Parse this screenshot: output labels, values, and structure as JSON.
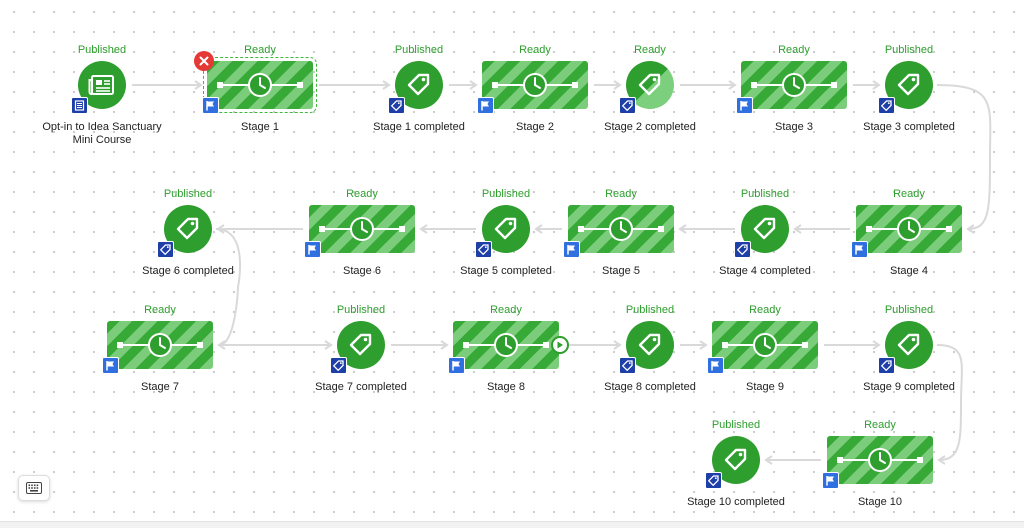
{
  "nodes": [
    {
      "kind": "trigger",
      "status": "Published",
      "label": "Opt-in to Idea Sanctuary\nMini Course",
      "icon": "newspaper-icon"
    },
    {
      "kind": "stage",
      "status": "Ready",
      "label": "Stage 1",
      "icon": "clock-icon",
      "selected": true,
      "removable": true
    },
    {
      "kind": "tag",
      "status": "Published",
      "label": "Stage 1 completed",
      "icon": "tag-icon"
    },
    {
      "kind": "stage",
      "status": "Ready",
      "label": "Stage 2",
      "icon": "clock-icon"
    },
    {
      "kind": "tag",
      "status": "Ready",
      "label": "Stage 2 completed",
      "icon": "tag-icon",
      "half": true
    },
    {
      "kind": "stage",
      "status": "Ready",
      "label": "Stage 3",
      "icon": "clock-icon"
    },
    {
      "kind": "tag",
      "status": "Published",
      "label": "Stage 3 completed",
      "icon": "tag-icon"
    },
    {
      "kind": "stage",
      "status": "Ready",
      "label": "Stage 4",
      "icon": "clock-icon"
    },
    {
      "kind": "tag",
      "status": "Published",
      "label": "Stage 4 completed",
      "icon": "tag-icon"
    },
    {
      "kind": "stage",
      "status": "Ready",
      "label": "Stage 5",
      "icon": "clock-icon"
    },
    {
      "kind": "tag",
      "status": "Published",
      "label": "Stage 5 completed",
      "icon": "tag-icon"
    },
    {
      "kind": "stage",
      "status": "Ready",
      "label": "Stage 6",
      "icon": "clock-icon"
    },
    {
      "kind": "tag",
      "status": "Published",
      "label": "Stage 6 completed",
      "icon": "tag-icon"
    },
    {
      "kind": "stage",
      "status": "Ready",
      "label": "Stage 7",
      "icon": "clock-icon"
    },
    {
      "kind": "tag",
      "status": "Published",
      "label": "Stage 7 completed",
      "icon": "tag-icon"
    },
    {
      "kind": "stage",
      "status": "Ready",
      "label": "Stage 8",
      "icon": "clock-icon",
      "play": true
    },
    {
      "kind": "tag",
      "status": "Published",
      "label": "Stage 8 completed",
      "icon": "tag-icon"
    },
    {
      "kind": "stage",
      "status": "Ready",
      "label": "Stage 9",
      "icon": "clock-icon"
    },
    {
      "kind": "tag",
      "status": "Published",
      "label": "Stage 9 completed",
      "icon": "tag-icon"
    },
    {
      "kind": "stage",
      "status": "Ready",
      "label": "Stage 10",
      "icon": "clock-icon"
    },
    {
      "kind": "tag",
      "status": "Published",
      "label": "Stage 10 completed",
      "icon": "tag-icon"
    }
  ],
  "colors": {
    "status_green": "#2e9e2e",
    "node_green": "#2e9e2e",
    "badge_blue": "#2f6fe0",
    "delete_red": "#e53935",
    "connector": "#d9d9d9"
  },
  "toolbar": {
    "keyboard_icon": "keyboard-icon"
  }
}
